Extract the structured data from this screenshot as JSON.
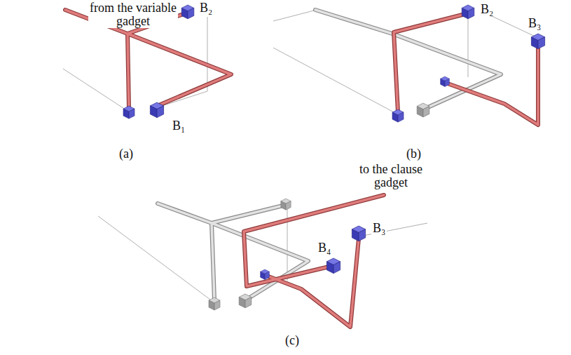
{
  "diagram": {
    "labels": [
      "from the variable gadget",
      "B₂",
      "B₁",
      "(a)",
      "B₂",
      "B₃",
      "(b)",
      "to the clause gadget",
      "B₄",
      "B₃",
      "(c)"
    ]
  }
}
